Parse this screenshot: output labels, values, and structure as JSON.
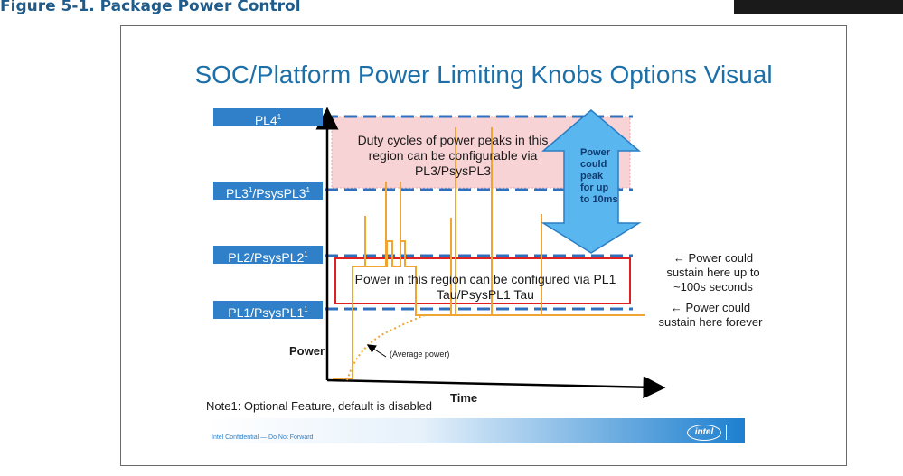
{
  "figure_title": "Figure 5-1.   Package Power Control",
  "slide": {
    "title": "SOC/Platform Power Limiting Knobs Options Visual",
    "levels": [
      {
        "label": "PL4",
        "sup": "1"
      },
      {
        "label": "PL3",
        "sup": "1",
        "suffix": "/PsysPL3",
        "sup2": "1"
      },
      {
        "label": "PL2/PsysPL2",
        "sup": "1"
      },
      {
        "label": "PL1/PsysPL1",
        "sup": "1"
      }
    ],
    "pink_region_text": "Duty cycles of power peaks in this region can be configurable via PL3/PsysPL3",
    "red_region_text": "Power in this region can be configured via PL1 Tau/PsysPL1 Tau",
    "arrow_text": "Power could peak for up to 10ms",
    "right_note_1": "← Power could sustain here up to ~100s seconds",
    "right_note_2": "← Power could sustain here forever",
    "axis_y_label": "Power",
    "axis_x_label": "Time",
    "avg_label": "(Average power)",
    "footnote": "Note1: Optional Feature, default is disabled",
    "confidential": "Intel Confidential — Do Not Forward",
    "logo_text": "intel"
  },
  "colors": {
    "level_box": "#2f80c8",
    "dashed_line": "#2e6fbe",
    "pink_fill": "#f8d3d5",
    "red_border": "#e02020",
    "spike": "#f0a532",
    "arrow_fill": "#5ab6ee"
  }
}
